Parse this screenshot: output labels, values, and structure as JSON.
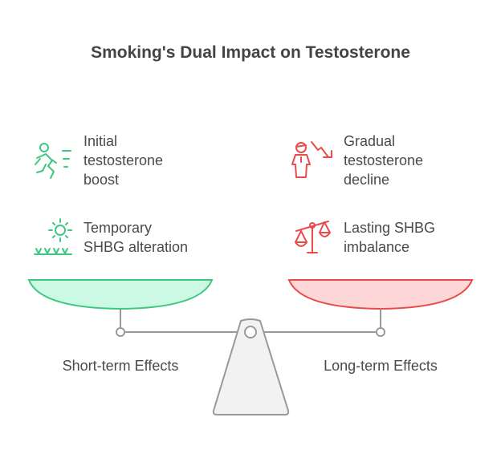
{
  "title": "Smoking's Dual Impact on Testosterone",
  "left": {
    "label": "Short-term Effects",
    "color": "#3cc97f",
    "fill": "#ccf9e3",
    "items": [
      {
        "icon": "running-person-icon",
        "text": "Initial\ntestosterone\nboost"
      },
      {
        "icon": "sun-over-grass-icon",
        "text": "Temporary\nSHBG alteration"
      }
    ]
  },
  "right": {
    "label": "Long-term Effects",
    "color": "#e94b4b",
    "fill": "#fdd7d7",
    "items": [
      {
        "icon": "person-decline-arrow-icon",
        "text": "Gradual\ntestosterone\ndecline"
      },
      {
        "icon": "unbalanced-scale-icon",
        "text": "Lasting SHBG\nimbalance"
      }
    ]
  }
}
